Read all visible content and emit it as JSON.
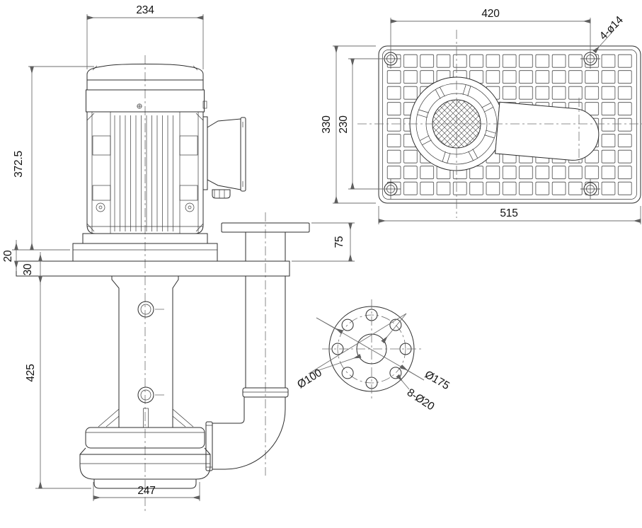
{
  "figure": {
    "kind": "engineering dimension drawing",
    "views": {
      "front": "pump front elevation",
      "top": "mounting plate plan",
      "detail": "discharge flange detail"
    }
  },
  "colors": {
    "background": "#ffffff",
    "geometry_line": "#2d2d2d",
    "dimension_line": "#6f6f6f",
    "text": "#121212"
  },
  "dims": {
    "motor_width": "234",
    "motor_assembly_height": "372.5",
    "plate_seat_offset": "20",
    "plate_thickness": "30",
    "column_length": "425",
    "casing_width": "247",
    "discharge_flange_height": "75",
    "plate_hole_spacing_x": "420",
    "plate_corner_holes": "4-ø14",
    "plate_depth": "330",
    "plate_hole_spacing_y": "230",
    "plate_width": "515",
    "flange_bore": "Ø100",
    "flange_bolt_circle": "Ø175",
    "flange_bolt_holes": "8-Ø20"
  }
}
